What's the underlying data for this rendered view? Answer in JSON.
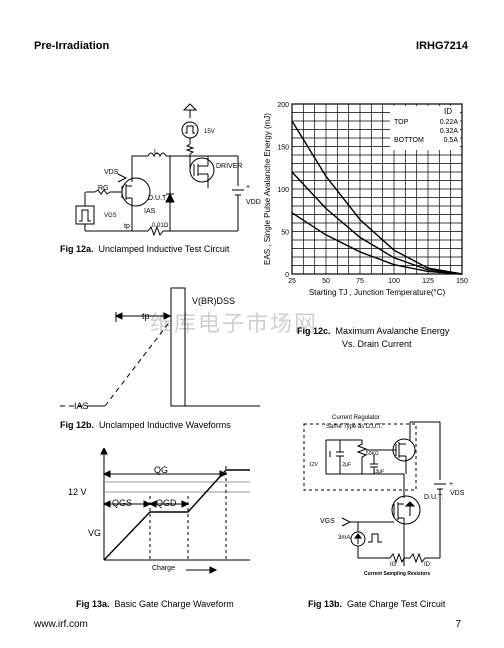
{
  "header": {
    "left": "Pre-Irradiation",
    "right": "IRHG7214"
  },
  "watermark": "维库电子市场网",
  "fig12a": {
    "caption_num": "Fig 12a.",
    "caption_text": "Unclamped Inductive Test Circuit",
    "labels": {
      "v15": "15V",
      "driver": "DRIVER",
      "l": "L",
      "vds": "VDS",
      "rg": "RG",
      "dut": "D.U.T",
      "ias": "IAS",
      "vgs": "VGS",
      "tp": "tp",
      "rsense": "0.01Ω",
      "vdd": "VDD",
      "plus": "+",
      "minus": "-"
    }
  },
  "fig12b": {
    "caption_num": "Fig 12b.",
    "caption_text": "Unclamped Inductive Waveforms",
    "labels": {
      "vbr": "V(BR)DSS",
      "tp": "tp",
      "ias": "IAS"
    }
  },
  "fig12c": {
    "caption_num": "Fig 12c.",
    "caption_line1": "Maximum Avalanche Energy",
    "caption_line2": "Vs. Drain Current"
  },
  "chart_data": {
    "type": "line",
    "xlabel": "Starting TJ , Junction Temperature(°C)",
    "ylabel": "EAS , Single Pulse Avalanche Energy (mJ)",
    "xlim": [
      25,
      150
    ],
    "ylim": [
      0,
      200
    ],
    "xticks": [
      25,
      50,
      75,
      100,
      125,
      150
    ],
    "yticks": [
      0,
      50,
      100,
      150,
      200
    ],
    "grid": true,
    "legend": {
      "title": "ID",
      "placement": "top-right",
      "rows": [
        {
          "label": "TOP",
          "value": "0.22A"
        },
        {
          "label": "",
          "value": "0.32A"
        },
        {
          "label": "BOTTOM",
          "value": "0.5A"
        }
      ]
    },
    "series": [
      {
        "name": "0.22A",
        "x": [
          25,
          50,
          75,
          100,
          125,
          150
        ],
        "y": [
          180,
          115,
          64,
          28,
          7,
          0
        ]
      },
      {
        "name": "0.32A",
        "x": [
          25,
          50,
          75,
          100,
          125,
          150
        ],
        "y": [
          120,
          77,
          43,
          19,
          5,
          0
        ]
      },
      {
        "name": "0.5A",
        "x": [
          25,
          50,
          75,
          100,
          125,
          150
        ],
        "y": [
          72,
          46,
          26,
          11,
          3,
          0
        ]
      }
    ]
  },
  "fig13a": {
    "caption_num": "Fig 13a.",
    "caption_text": "Basic Gate Charge Waveform",
    "labels": {
      "qg": "QG",
      "qgs": "QGS",
      "qgd": "QGD",
      "v12": "12 V",
      "vg": "VG",
      "charge": "Charge"
    }
  },
  "fig13b": {
    "caption_num": "Fig 13b.",
    "caption_text": "Gate Charge Test Circuit",
    "labels": {
      "reg1": "Current Regulator",
      "reg2": "Same Type as D.U.T.",
      "v12": "12V",
      "c2": ".2µF",
      "r50k": "50KΩ",
      "c3": ".3µF",
      "dut": "D.U.T.",
      "vds": "VDS",
      "vgs": "VGS",
      "ma": "3mA",
      "ig": "IG",
      "id": "ID",
      "sense": "Current Sampling Resistors",
      "plus": "+",
      "minus": "-"
    }
  },
  "footer": {
    "url": "www.irf.com",
    "page": "7"
  }
}
